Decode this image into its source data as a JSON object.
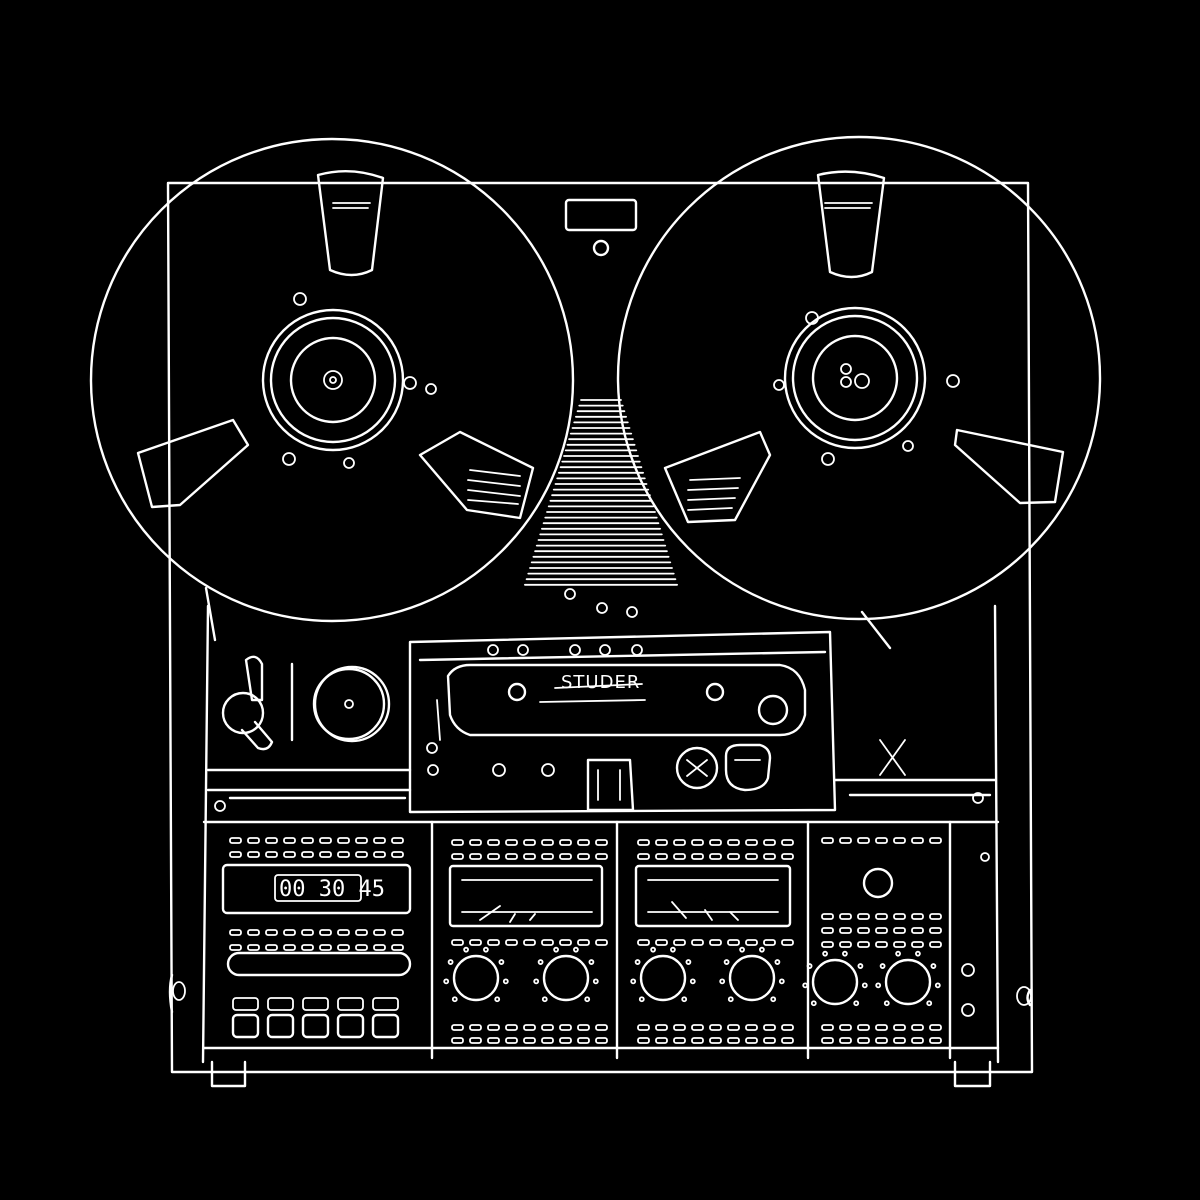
{
  "brand_label": "STUDER",
  "counter": {
    "digits": [
      "00",
      "30",
      "45"
    ]
  },
  "colors": {
    "background": "#000000",
    "line": "#ffffff"
  },
  "reels": [
    {
      "name": "supply-reel"
    },
    {
      "name": "take-up-reel"
    }
  ],
  "transport_buttons": [
    "rewind-icon",
    "play-icon",
    "record-icon",
    "stop-icon",
    "fast-forward-icon"
  ]
}
